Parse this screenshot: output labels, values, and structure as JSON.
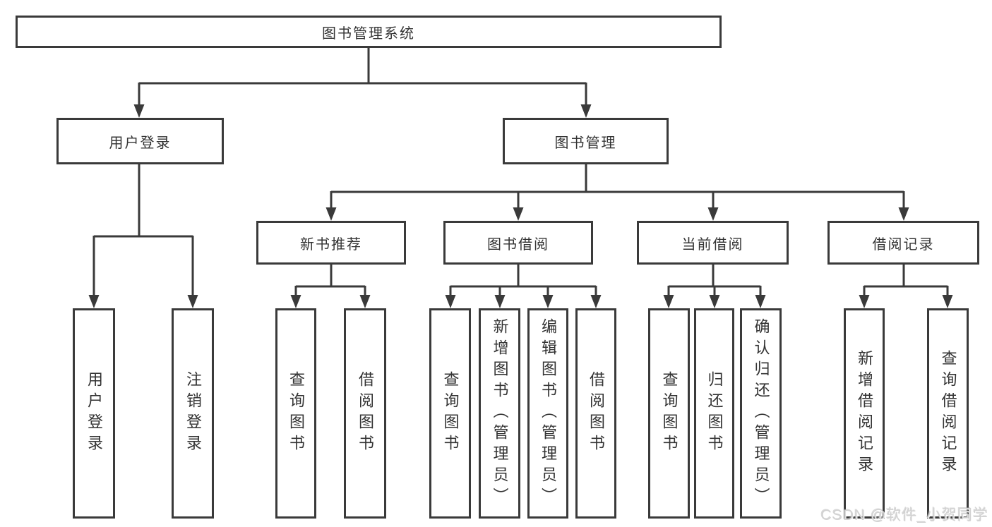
{
  "diagram": {
    "root": {
      "label": "图书管理系统"
    },
    "level2": [
      {
        "label": "用户登录"
      },
      {
        "label": "图书管理"
      }
    ],
    "level3": [
      {
        "label": "新书推荐"
      },
      {
        "label": "图书借阅"
      },
      {
        "label": "当前借阅"
      },
      {
        "label": "借阅记录"
      }
    ],
    "leaves": {
      "user_login": [
        "用户登录",
        "注销登录"
      ],
      "new_book_recommend": [
        "查询图书",
        "借阅图书"
      ],
      "book_borrow": [
        "查询图书",
        "新增图书（管理员）",
        "编辑图书（管理员）",
        "借阅图书"
      ],
      "current_borrow": [
        "查询图书",
        "归还图书",
        "确认归还（管理员）"
      ],
      "borrow_records": [
        "新增借阅记录",
        "查询借阅记录"
      ]
    }
  },
  "watermark": {
    "text": "CSDN @软件_小贺同学"
  },
  "colors": {
    "line": "#3a3a3a",
    "text": "#333333",
    "background": "#ffffff"
  }
}
